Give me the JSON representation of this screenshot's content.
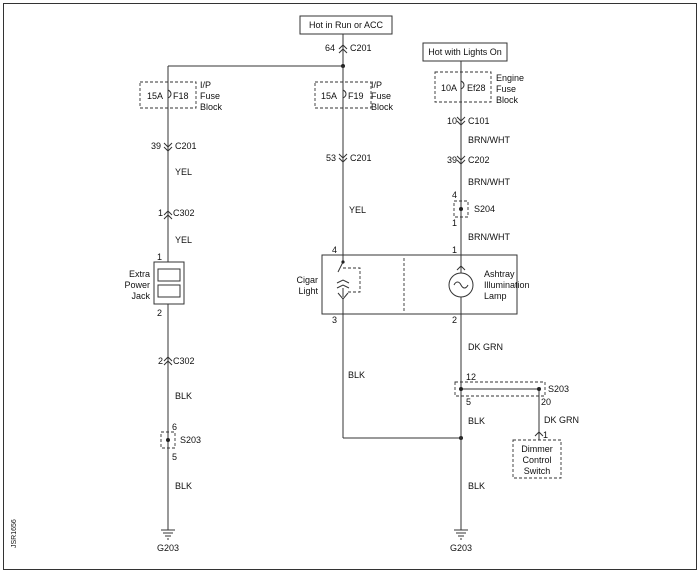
{
  "sources": {
    "run_acc": "Hot in Run or ACC",
    "lights_on": "Hot with Lights On"
  },
  "fuses": {
    "f18": {
      "rating": "15A",
      "id": "F18",
      "block": [
        "I/P",
        "Fuse",
        "Block"
      ]
    },
    "f19": {
      "rating": "15A",
      "id": "F19",
      "block": [
        "I/P",
        "Fuse",
        "Block"
      ]
    },
    "ef28": {
      "rating": "10A",
      "id": "Ef28",
      "block": [
        "Engine",
        "Fuse",
        "Block"
      ]
    }
  },
  "connectors": {
    "c201_top": {
      "pin": "64",
      "name": "C201"
    },
    "c201_left": {
      "pin": "39",
      "name": "C201"
    },
    "c302_top": {
      "pin": "1",
      "name": "C302"
    },
    "c201_mid": {
      "pin": "53",
      "name": "C201"
    },
    "c101": {
      "pin": "10",
      "name": "C101"
    },
    "c202": {
      "pin": "39",
      "name": "C202"
    },
    "c302_bot": {
      "pin": "2",
      "name": "C302"
    }
  },
  "wires": {
    "yel_1": "YEL",
    "yel_2": "YEL",
    "yel_3": "YEL",
    "brnwht_1": "BRN/WHT",
    "brnwht_2": "BRN/WHT",
    "brnwht_3": "BRN/WHT",
    "blk_left_1": "BLK",
    "blk_left_2": "BLK",
    "blk_mid": "BLK",
    "dkgrn_1": "DK GRN",
    "dkgrn_2": "DK GRN",
    "blk_right_1": "BLK",
    "blk_right_2": "BLK"
  },
  "splices": {
    "s204": {
      "name": "S204",
      "pin_top": "4",
      "pin_bot": "1"
    },
    "s203_left": {
      "name": "S203",
      "pin_top": "6",
      "pin_bot": "5"
    },
    "s203_right": {
      "name": "S203",
      "pin_a": "12",
      "pin_b": "5",
      "pin_c": "20"
    }
  },
  "components": {
    "extra_power_jack": {
      "label": [
        "Extra",
        "Power",
        "Jack"
      ],
      "pin_top": "1",
      "pin_bot": "2"
    },
    "cigar_light": {
      "label": [
        "Cigar",
        "Light"
      ],
      "pin_top": "4",
      "pin_bot": "3"
    },
    "ashtray_lamp": {
      "label": [
        "Ashtray",
        "Illumination",
        "Lamp"
      ],
      "pin_top": "1",
      "pin_bot": "2"
    },
    "dimmer_switch": {
      "label": [
        "Dimmer",
        "Control",
        "Switch"
      ],
      "pin_top": "1"
    }
  },
  "grounds": {
    "g203_left": "G203",
    "g203_right": "G203"
  },
  "figure_id": "JSR1656"
}
